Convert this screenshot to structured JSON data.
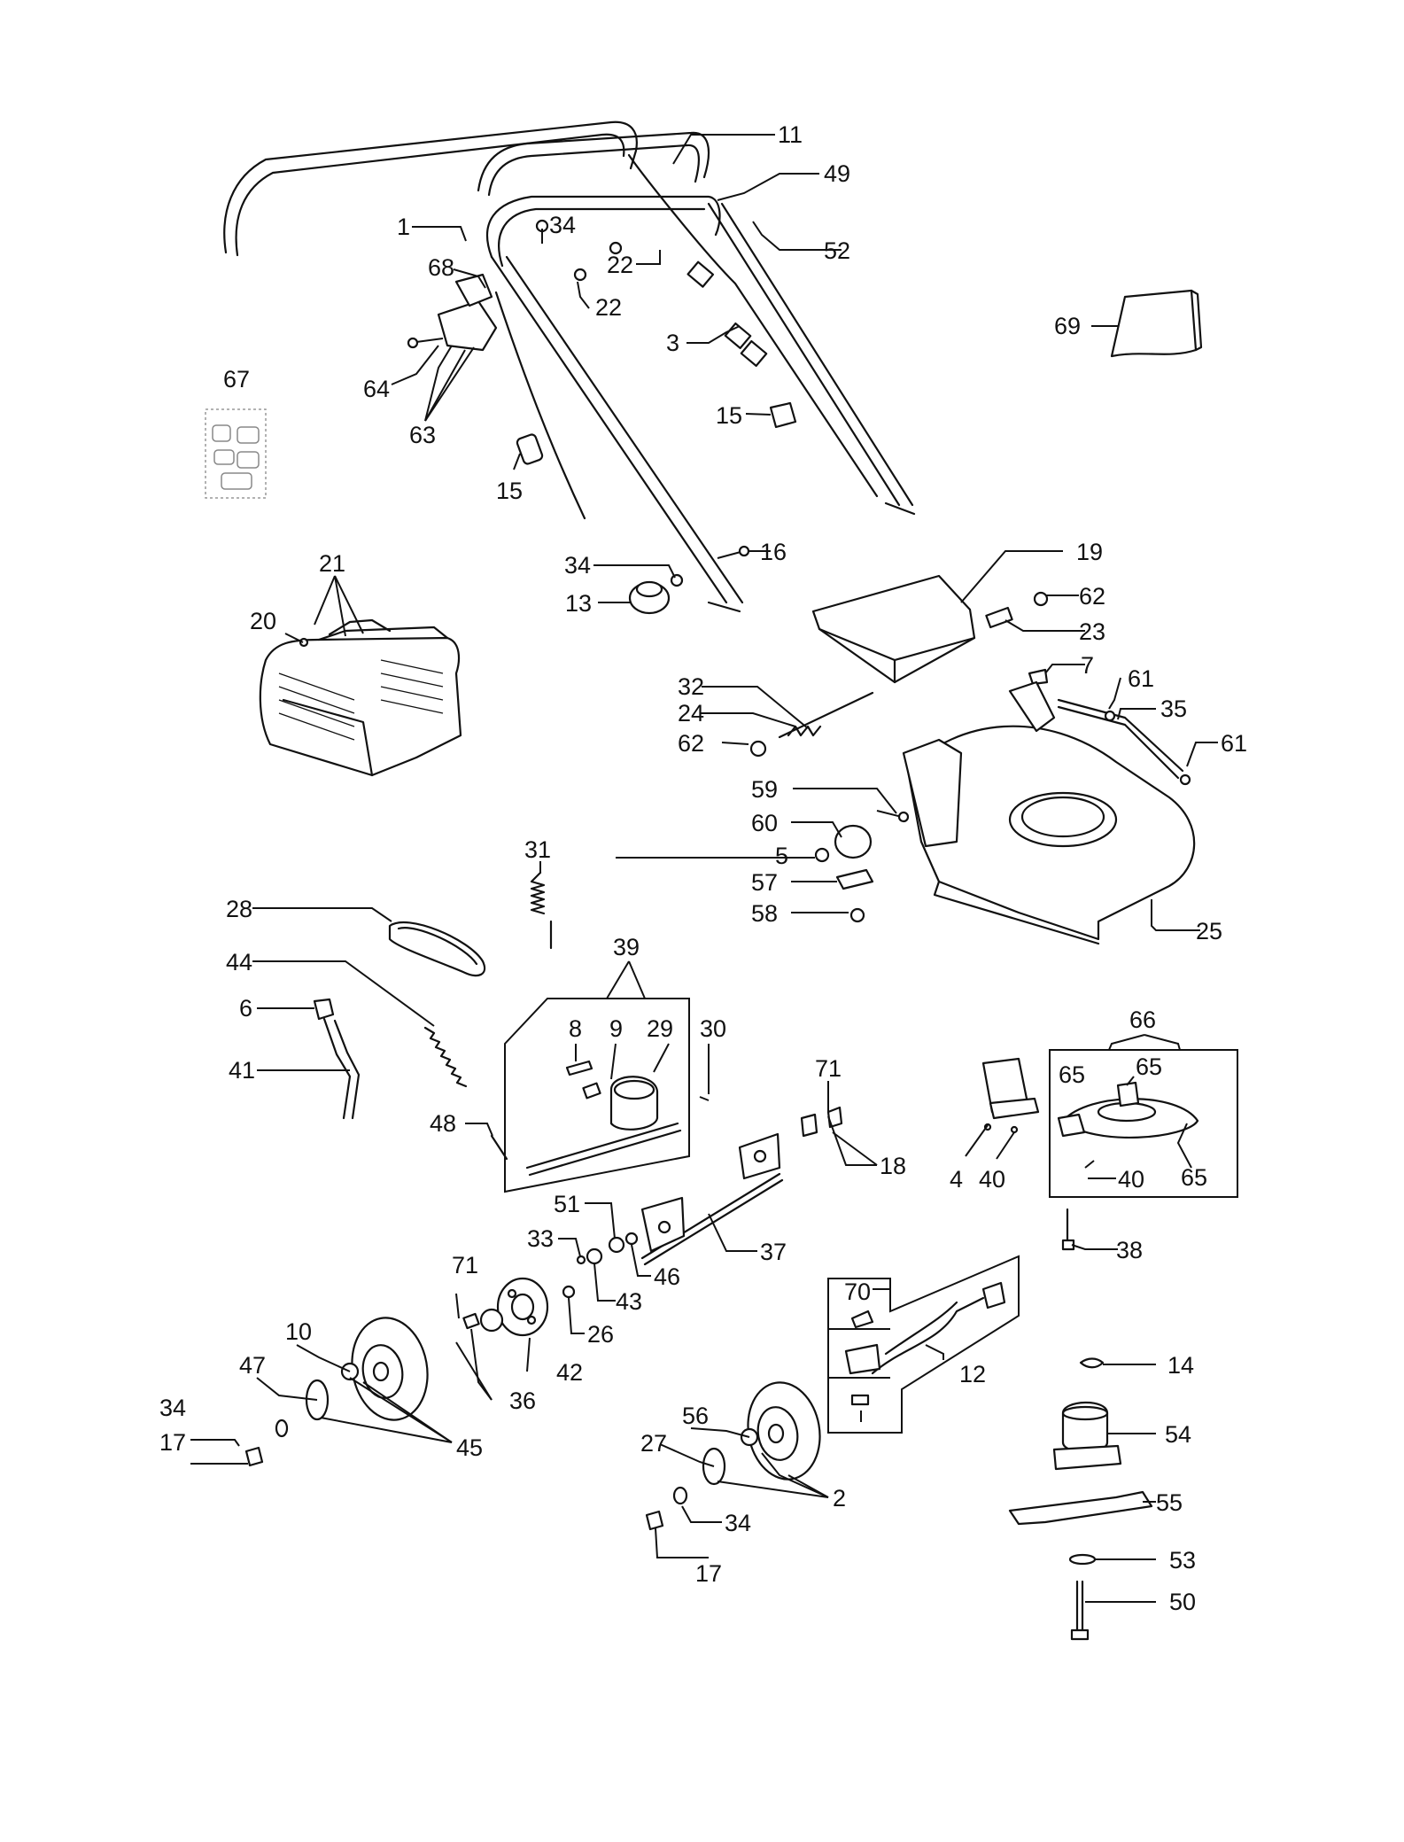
{
  "callouts": [
    {
      "id": "c1",
      "text": "1"
    },
    {
      "id": "c11",
      "text": "11"
    },
    {
      "id": "c49",
      "text": "49"
    },
    {
      "id": "c34a",
      "text": "34"
    },
    {
      "id": "c68",
      "text": "68"
    },
    {
      "id": "c22a",
      "text": "22"
    },
    {
      "id": "c22b",
      "text": "22"
    },
    {
      "id": "c52",
      "text": "52"
    },
    {
      "id": "c3",
      "text": "3"
    },
    {
      "id": "c69",
      "text": "69"
    },
    {
      "id": "c67",
      "text": "67"
    },
    {
      "id": "c64",
      "text": "64"
    },
    {
      "id": "c63",
      "text": "63"
    },
    {
      "id": "c15a",
      "text": "15"
    },
    {
      "id": "c15b",
      "text": "15"
    },
    {
      "id": "c21",
      "text": "21"
    },
    {
      "id": "c20",
      "text": "20"
    },
    {
      "id": "c34b",
      "text": "34"
    },
    {
      "id": "c16",
      "text": "16"
    },
    {
      "id": "c13",
      "text": "13"
    },
    {
      "id": "c19",
      "text": "19"
    },
    {
      "id": "c62a",
      "text": "62"
    },
    {
      "id": "c23",
      "text": "23"
    },
    {
      "id": "c7",
      "text": "7"
    },
    {
      "id": "c61a",
      "text": "61"
    },
    {
      "id": "c32",
      "text": "32"
    },
    {
      "id": "c35",
      "text": "35"
    },
    {
      "id": "c24",
      "text": "24"
    },
    {
      "id": "c62b",
      "text": "62"
    },
    {
      "id": "c61b",
      "text": "61"
    },
    {
      "id": "c59",
      "text": "59"
    },
    {
      "id": "c60",
      "text": "60"
    },
    {
      "id": "c5",
      "text": "5"
    },
    {
      "id": "c57",
      "text": "57"
    },
    {
      "id": "c58",
      "text": "58"
    },
    {
      "id": "c25",
      "text": "25"
    },
    {
      "id": "c31",
      "text": "31"
    },
    {
      "id": "c28",
      "text": "28"
    },
    {
      "id": "c44",
      "text": "44"
    },
    {
      "id": "c39",
      "text": "39"
    },
    {
      "id": "c6",
      "text": "6"
    },
    {
      "id": "c8",
      "text": "8"
    },
    {
      "id": "c9",
      "text": "9"
    },
    {
      "id": "c29",
      "text": "29"
    },
    {
      "id": "c30",
      "text": "30"
    },
    {
      "id": "c41",
      "text": "41"
    },
    {
      "id": "c66",
      "text": "66"
    },
    {
      "id": "c65a",
      "text": "65"
    },
    {
      "id": "c65b",
      "text": "65"
    },
    {
      "id": "c71a",
      "text": "71"
    },
    {
      "id": "c48",
      "text": "48"
    },
    {
      "id": "c18",
      "text": "18"
    },
    {
      "id": "c4",
      "text": "4"
    },
    {
      "id": "c40a",
      "text": "40"
    },
    {
      "id": "c40b",
      "text": "40"
    },
    {
      "id": "c65c",
      "text": "65"
    },
    {
      "id": "c51",
      "text": "51"
    },
    {
      "id": "c37",
      "text": "37"
    },
    {
      "id": "c38",
      "text": "38"
    },
    {
      "id": "c33",
      "text": "33"
    },
    {
      "id": "c46",
      "text": "46"
    },
    {
      "id": "c43",
      "text": "43"
    },
    {
      "id": "c71b",
      "text": "71"
    },
    {
      "id": "c70",
      "text": "70"
    },
    {
      "id": "c26",
      "text": "26"
    },
    {
      "id": "c10",
      "text": "10"
    },
    {
      "id": "c42",
      "text": "42"
    },
    {
      "id": "c12",
      "text": "12"
    },
    {
      "id": "c47",
      "text": "47"
    },
    {
      "id": "c36",
      "text": "36"
    },
    {
      "id": "c14",
      "text": "14"
    },
    {
      "id": "c56",
      "text": "56"
    },
    {
      "id": "c34c",
      "text": "34"
    },
    {
      "id": "c45",
      "text": "45"
    },
    {
      "id": "c54",
      "text": "54"
    },
    {
      "id": "c27",
      "text": "27"
    },
    {
      "id": "c17a",
      "text": "17"
    },
    {
      "id": "c2",
      "text": "2"
    },
    {
      "id": "c55",
      "text": "55"
    },
    {
      "id": "c34d",
      "text": "34"
    },
    {
      "id": "c17b",
      "text": "17"
    },
    {
      "id": "c53",
      "text": "53"
    },
    {
      "id": "c50",
      "text": "50"
    }
  ]
}
